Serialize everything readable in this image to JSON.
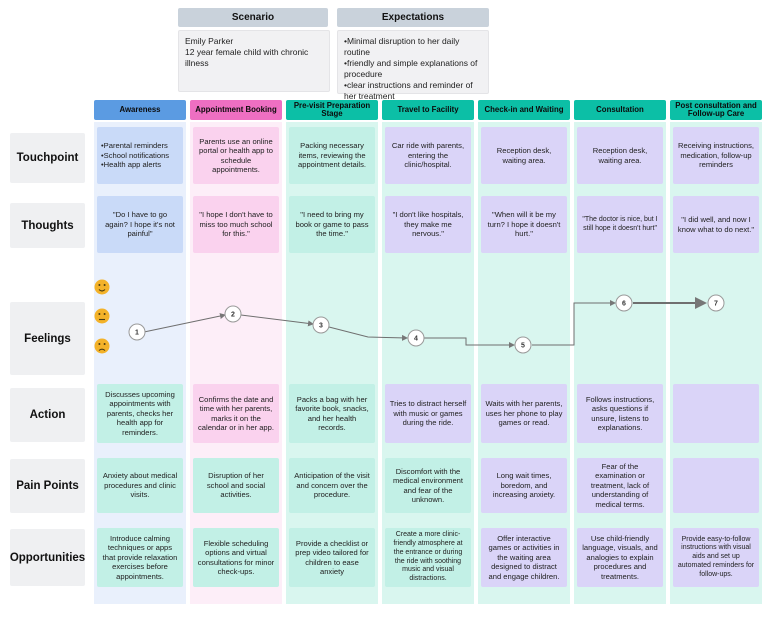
{
  "scenario": {
    "title": "Scenario",
    "line1": "Emily Parker",
    "line2": "12 year female child with chronic illness"
  },
  "expectations": {
    "title": "Expectations",
    "items": [
      "Minimal disruption to her daily routine",
      "friendly and simple explanations of procedure",
      "clear instructions and reminder of her treatment"
    ]
  },
  "stages": [
    {
      "label": "Awareness",
      "color": "#5b9be2"
    },
    {
      "label": "Appointment Booking",
      "color": "#ee6fc2"
    },
    {
      "label": "Pre-visit Preparation Stage",
      "color": "#0cbfa6"
    },
    {
      "label": "Travel to Facility",
      "color": "#0cbfa6"
    },
    {
      "label": "Check-in and Waiting",
      "color": "#0cbfa6"
    },
    {
      "label": "Consultation",
      "color": "#0cbfa6"
    },
    {
      "label": "Post consultation and Follow-up Care",
      "color": "#0cbfa6"
    }
  ],
  "row_labels": {
    "touchpoint": "Touchpoint",
    "thoughts": "Thoughts",
    "feelings": "Feelings",
    "action": "Action",
    "pain_points": "Pain Points",
    "opportunities": "Opportunities"
  },
  "touchpoint": {
    "c0_items": [
      "Parental reminders",
      "School notifications",
      "Health app alerts"
    ],
    "c1": "Parents use an online portal or health app to schedule appointments.",
    "c2": "Packing necessary items, reviewing the appointment details.",
    "c3": "Car ride with parents, entering the clinic/hospital.",
    "c4": "Reception desk, waiting area.",
    "c5": "Reception desk, waiting area.",
    "c6": "Receiving instructions, medication, follow-up reminders"
  },
  "thoughts": {
    "c0": "\"Do I have to go again? I hope it's not painful\"",
    "c1": "\"I hope I don't have to miss too much school for this.\"",
    "c2": "\"I need to bring my book or game to pass the time.\"",
    "c3": "\"I don't like hospitals, they make me nervous.\"",
    "c4": "\"When will it be my turn? I hope it doesn't hurt.\"",
    "c5": "\"The doctor is nice, but I still hope it doesn't hurt\"",
    "c6": "\"I did well, and now I know what to do next.\""
  },
  "action": {
    "c0": "Discusses upcoming appointments with parents, checks her health app for reminders.",
    "c1": "Confirms the date and time with her parents, marks it on the calendar or in her app.",
    "c2": "Packs a bag with her favorite book, snacks, and her health records.",
    "c3": "Tries to distract herself with music or games during the ride.",
    "c4": "Waits with her parents, uses her phone to play games or read.",
    "c5": "Follows instructions, asks questions if unsure, listens to explanations.",
    "c6": ""
  },
  "pain_points": {
    "c0": "Anxiety about medical procedures and clinic visits.",
    "c1": "Disruption of her school and social activities.",
    "c2": "Anticipation of the visit and concern over the procedure.",
    "c3": "Discomfort with the medical environment and fear of the unknown.",
    "c4": "Long wait times, boredom, and increasing anxiety.",
    "c5": "Fear of the examination or treatment, lack of understanding of medical terms.",
    "c6": ""
  },
  "opportunities": {
    "c0": "Introduce calming techniques or apps that provide relaxation exercises before appointments.",
    "c1": "Flexible scheduling options and virtual consultations for minor check-ups.",
    "c2": "Provide a checklist or prep video tailored for children to ease anxiety",
    "c3": "Create a more clinic-friendly atmosphere at the entrance or during the ride with soothing music and visual distractions.",
    "c4": "Offer interactive games or activities in the waiting area designed to distract and engage children.",
    "c5": "Use child-friendly language, visuals, and analogies to explain procedures and treatments.",
    "c6": "Provide easy-to-follow instructions with visual aids and set up automated reminders for follow-ups."
  },
  "feelings_chart": {
    "emojis": [
      "happy-face",
      "neutral-face",
      "sad-face"
    ],
    "nodes": [
      {
        "label": "1",
        "stage": "Awareness",
        "level": "mid"
      },
      {
        "label": "2",
        "stage": "Appointment Booking",
        "level": "mid-high"
      },
      {
        "label": "3",
        "stage": "Pre-visit Preparation Stage",
        "level": "mid"
      },
      {
        "label": "4",
        "stage": "Travel to Facility",
        "level": "low"
      },
      {
        "label": "5",
        "stage": "Check-in and Waiting",
        "level": "lowest"
      },
      {
        "label": "6",
        "stage": "Consultation",
        "level": "high"
      },
      {
        "label": "7",
        "stage": "Post consultation and Follow-up Care",
        "level": "high"
      }
    ]
  },
  "colors": {
    "header_blue": "#5b9be2",
    "header_pink": "#ee6fc2",
    "header_teal": "#0cbfa6",
    "cell_blue": "#c9daf8",
    "cell_pink": "#fad2ee",
    "cell_mint": "#c2f0e6",
    "cell_lavender": "#dad4f8",
    "column_bg_blue": "#e9f0fc",
    "column_bg_pink": "#fdeef8",
    "column_bg_mint": "#d9f6ef",
    "row_label_bg": "#eff0f2",
    "top_header_bg": "#c9d2db",
    "emoji_yellow": "#f3b229"
  }
}
